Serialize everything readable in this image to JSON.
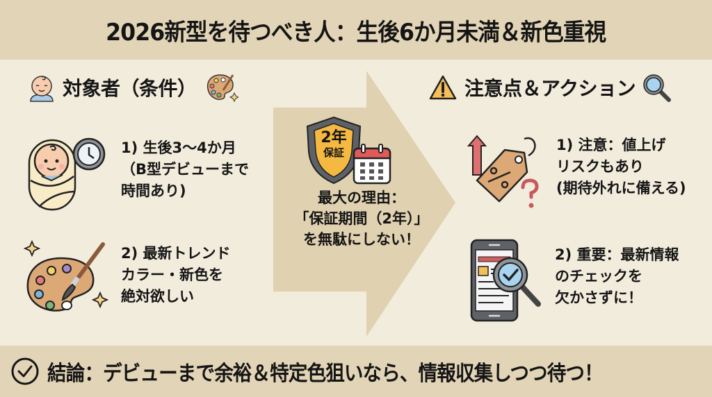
{
  "title": "2026新型を待つべき人：生後6か月未満＆新色重視",
  "left_section": {
    "heading": "対象者（条件）",
    "heading_icons": [
      "baby-icon",
      "palette-icon"
    ],
    "items": [
      {
        "icon": "swaddled-baby-clock-icon",
        "text": "1) 生後3〜4か月\n（B型デビューまで\n時間あり)"
      },
      {
        "icon": "palette-brush-sparkle-icon",
        "text": "2) 最新トレンド\nカラー・新色を\n絶対欲しい"
      }
    ]
  },
  "center": {
    "badge_line1": "2年",
    "badge_line2": "保証",
    "badge_icons": [
      "shield-icon",
      "calendar-icon"
    ],
    "reason_text": "最大の理由：\n「保証期間（2年）」\nを無駄にしない！"
  },
  "right_section": {
    "heading": "注意点＆アクション",
    "heading_icons": [
      "warning-icon",
      "magnifier-icon"
    ],
    "items": [
      {
        "icon": "price-tag-up-question-icon",
        "text": "1) 注意：値上げ\nリスクもあり\n(期待外れに備える)"
      },
      {
        "icon": "phone-check-magnifier-icon",
        "text": "2) 重要：最新情報\nのチェックを\n欠かさずに！"
      }
    ]
  },
  "conclusion": {
    "icon": "check-circle-icon",
    "text": "結論：デビューまで余裕＆特定色狙いなら、情報収集しつつ待つ！"
  },
  "colors": {
    "background": "#f2ecdd",
    "band": "#e2d4b6",
    "arrow": "#e0d1b0",
    "shield_gold": "#f5b840",
    "calendar_red": "#e05a5a",
    "warning_yellow": "#f5c05a",
    "tag_tan": "#dca875"
  }
}
